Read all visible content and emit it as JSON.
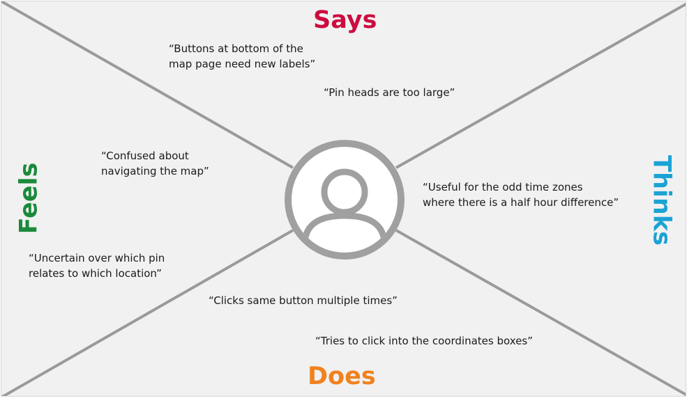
{
  "quadrants": {
    "says": {
      "title": "Says",
      "color": "#cc0c3f"
    },
    "thinks": {
      "title": "Thinks",
      "color": "#1aa3d4"
    },
    "does": {
      "title": "Does",
      "color": "#f0821e"
    },
    "feels": {
      "title": "Feels",
      "color": "#1a8a3a"
    }
  },
  "notes": {
    "says_1": "“Buttons at bottom of the\nmap page need new labels”",
    "says_2": "“Pin heads are too large”",
    "feels_1": "“Confused about\nnavigating the map”",
    "feels_2": "“Uncertain over which pin\nrelates to which location”",
    "thinks_1": "“Useful for the odd time zones\nwhere there is a half hour difference”",
    "does_1": "“Clicks same button multiple times”",
    "does_2": "“Tries to click into the coordinates boxes”"
  },
  "center": {
    "icon": "user-avatar-icon"
  },
  "colors": {
    "divider": "#9a9a9a",
    "avatar": "#a0a0a0",
    "background": "#f1f1f1"
  }
}
